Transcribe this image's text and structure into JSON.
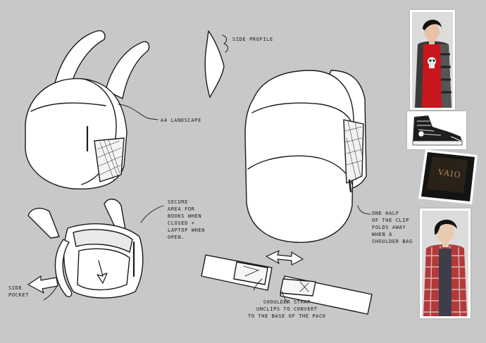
{
  "annotations": {
    "side_profile": "Side profile",
    "a4_landscape": "A4 landscape",
    "secure_area": "Secure\narea for\nbooks when\nclosed +\nlaptop when\nopen.",
    "side_pocket": "Side\npocket",
    "one_half": "One half\nof the clip\nfolds away\nwhen a\nshoulder bag",
    "shoulder_strap": "Shoulder strap\nunclips to convert\nto the base of the pack"
  },
  "laptop": {
    "brand": "VAIO"
  },
  "colors": {
    "background": "#c8c8c8",
    "ink": "#1a1a1a",
    "paper": "#ffffff",
    "shirt_red": "#c8161d",
    "laptop_black": "#141414"
  }
}
